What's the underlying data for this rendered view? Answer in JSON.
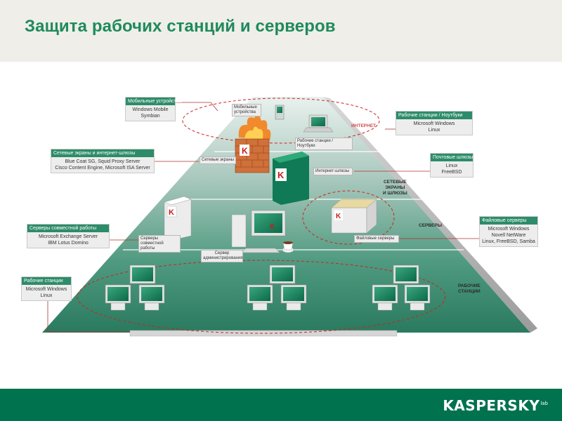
{
  "slide": {
    "title": "Защита рабочих станций и серверов",
    "brand": "KASPERSKY",
    "brand_suffix": "lab"
  },
  "colors": {
    "title": "#1f8a5c",
    "footer": "#00724e",
    "header_bg": "#efeee9",
    "box_header": "#2d8c6a",
    "ellipse": "#cc2222"
  },
  "callouts": {
    "mobile": {
      "header": "Мобильные устройства",
      "body": "Windows Mobile\nSymbian"
    },
    "firewalls": {
      "header": "Сетевые экраны и интернет-шлюзы",
      "body": "Blue Coat SG, Squid Proxy Server\nCisco Content Engine, Microsoft ISA Server"
    },
    "collab": {
      "header": "Серверы совместной работы",
      "body": "Microsoft Exchange Server\nIBM Lotus Domino"
    },
    "workstations": {
      "header": "Рабочие станции",
      "body": "Microsoft Windows\nLinux"
    },
    "laptops": {
      "header": "Рабочие станции / Ноутбуки",
      "body": "Microsoft Windows\nLinux"
    },
    "mail": {
      "header": "Почтовые шлюзы",
      "body": "Linux\nFreeBSD"
    },
    "file": {
      "header": "Файловые серверы",
      "body": "Microsoft Windows\nNovell NetWare\nLinux, FreeBSD, Samba"
    }
  },
  "tags": {
    "mobile": "Мобильные\nустройства",
    "laptops": "Рабочие станции / Ноутбуки",
    "firewalls": "Сетевые экраны",
    "gateways": "Интернет-шлюзы",
    "file_servers": "Файловые серверы",
    "collab": "Серверы\nсовместной работы",
    "admin": "Сервер\nадминистрирования"
  },
  "levels": {
    "internet": "ИНТЕРНЕТ",
    "network": "СЕТЕВЫЕ\nЭКРАНЫ\nИ ШЛЮЗЫ",
    "servers": "СЕРВЕРЫ",
    "workstations": "РАБОЧИЕ\nСТАНЦИИ"
  }
}
